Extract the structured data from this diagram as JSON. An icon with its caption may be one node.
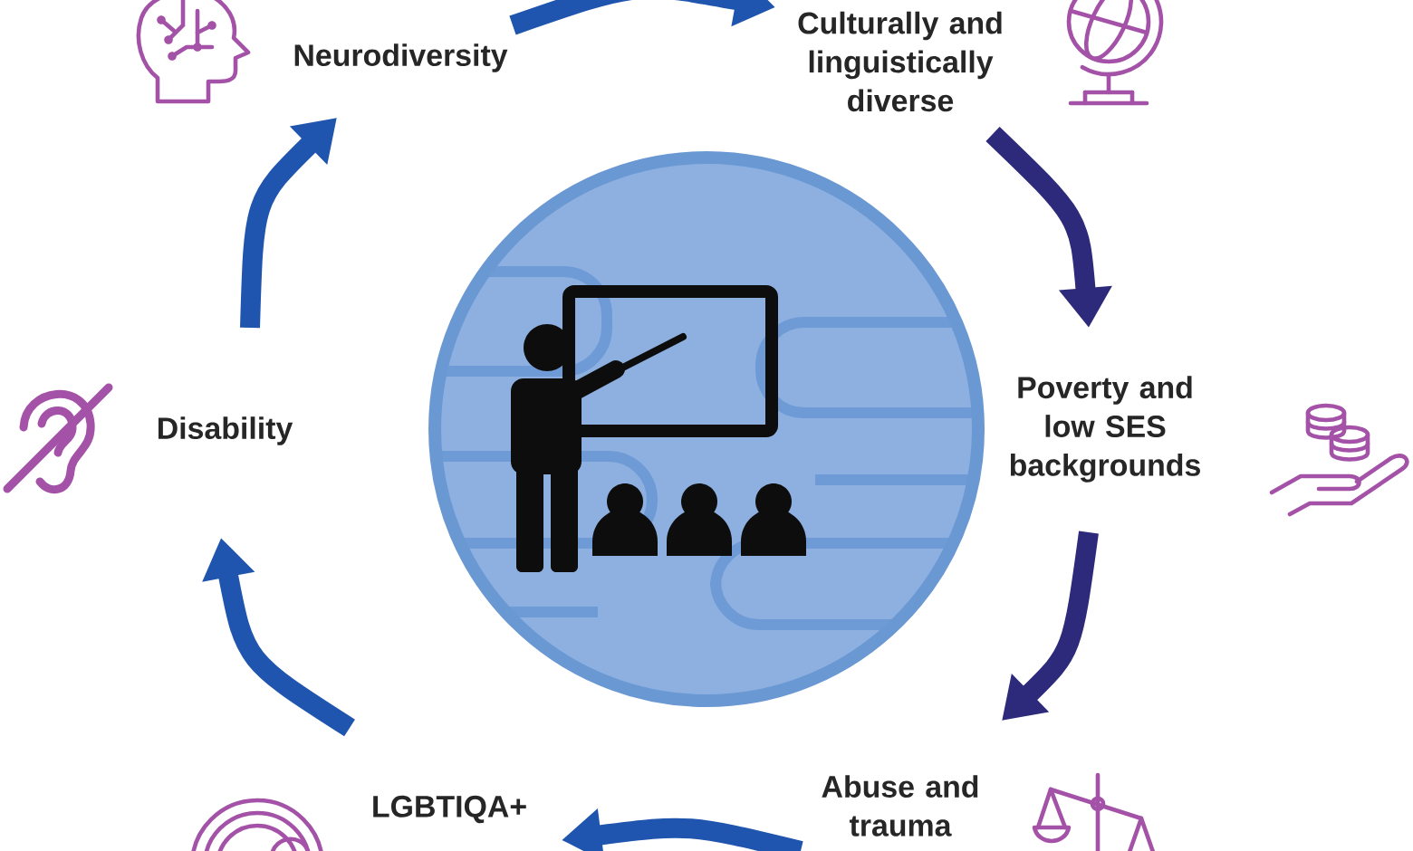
{
  "diagram": {
    "nodes": [
      {
        "text": [
          "Neurodiversity"
        ]
      },
      {
        "text": [
          "Culturally and linguistically diverse"
        ]
      },
      {
        "text": [
          "Poverty and low SES backgrounds"
        ]
      },
      {
        "text": [
          "Abuse and trauma"
        ]
      },
      {
        "text": [
          "LGBTIQA+"
        ]
      },
      {
        "text": [
          "Disability"
        ]
      }
    ],
    "edges": [
      {
        "from": 0,
        "to": 1,
        "arrow": "to"
      },
      {
        "from": 1,
        "to": 2,
        "arrow": "to",
        "color": "#2d2a7c"
      },
      {
        "from": 2,
        "to": 3,
        "arrow": "to",
        "color": "#2d2a7c"
      },
      {
        "from": 3,
        "to": 4,
        "arrow": "to"
      },
      {
        "from": 4,
        "to": 5,
        "arrow": "to"
      },
      {
        "from": 5,
        "to": 0,
        "arrow": "to"
      }
    ]
  }
}
